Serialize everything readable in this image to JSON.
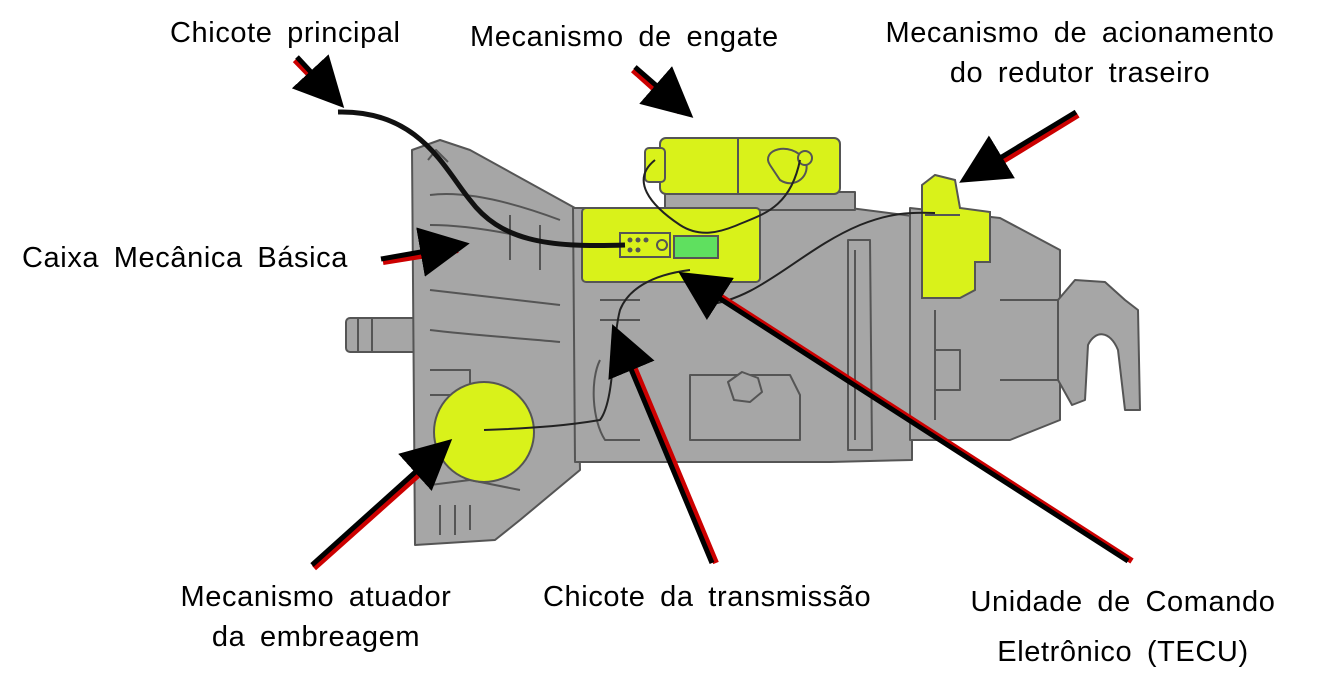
{
  "labels": {
    "chicote_principal": "Chicote principal",
    "mecanismo_engate": "Mecanismo de engate",
    "mecanismo_acionamento_line1": "Mecanismo de acionamento",
    "mecanismo_acionamento_line2": "do redutor traseiro",
    "caixa_mecanica": "Caixa Mecânica Básica",
    "mecanismo_atuador_line1": "Mecanismo atuador",
    "mecanismo_atuador_line2": "da embreagem",
    "chicote_transmissao": "Chicote da transmissão",
    "unidade_comando_line1": "Unidade de Comando",
    "unidade_comando_line2": "Eletrônico (TECU)"
  },
  "colors": {
    "housing_gray": "#a6a6a6",
    "housing_outline": "#555555",
    "component_yellow": "#d9f21a",
    "ecu_display_green": "#5fe05f",
    "arrow_black": "#000000",
    "arrow_shadow_red": "#cc0000",
    "text": "#000000"
  }
}
